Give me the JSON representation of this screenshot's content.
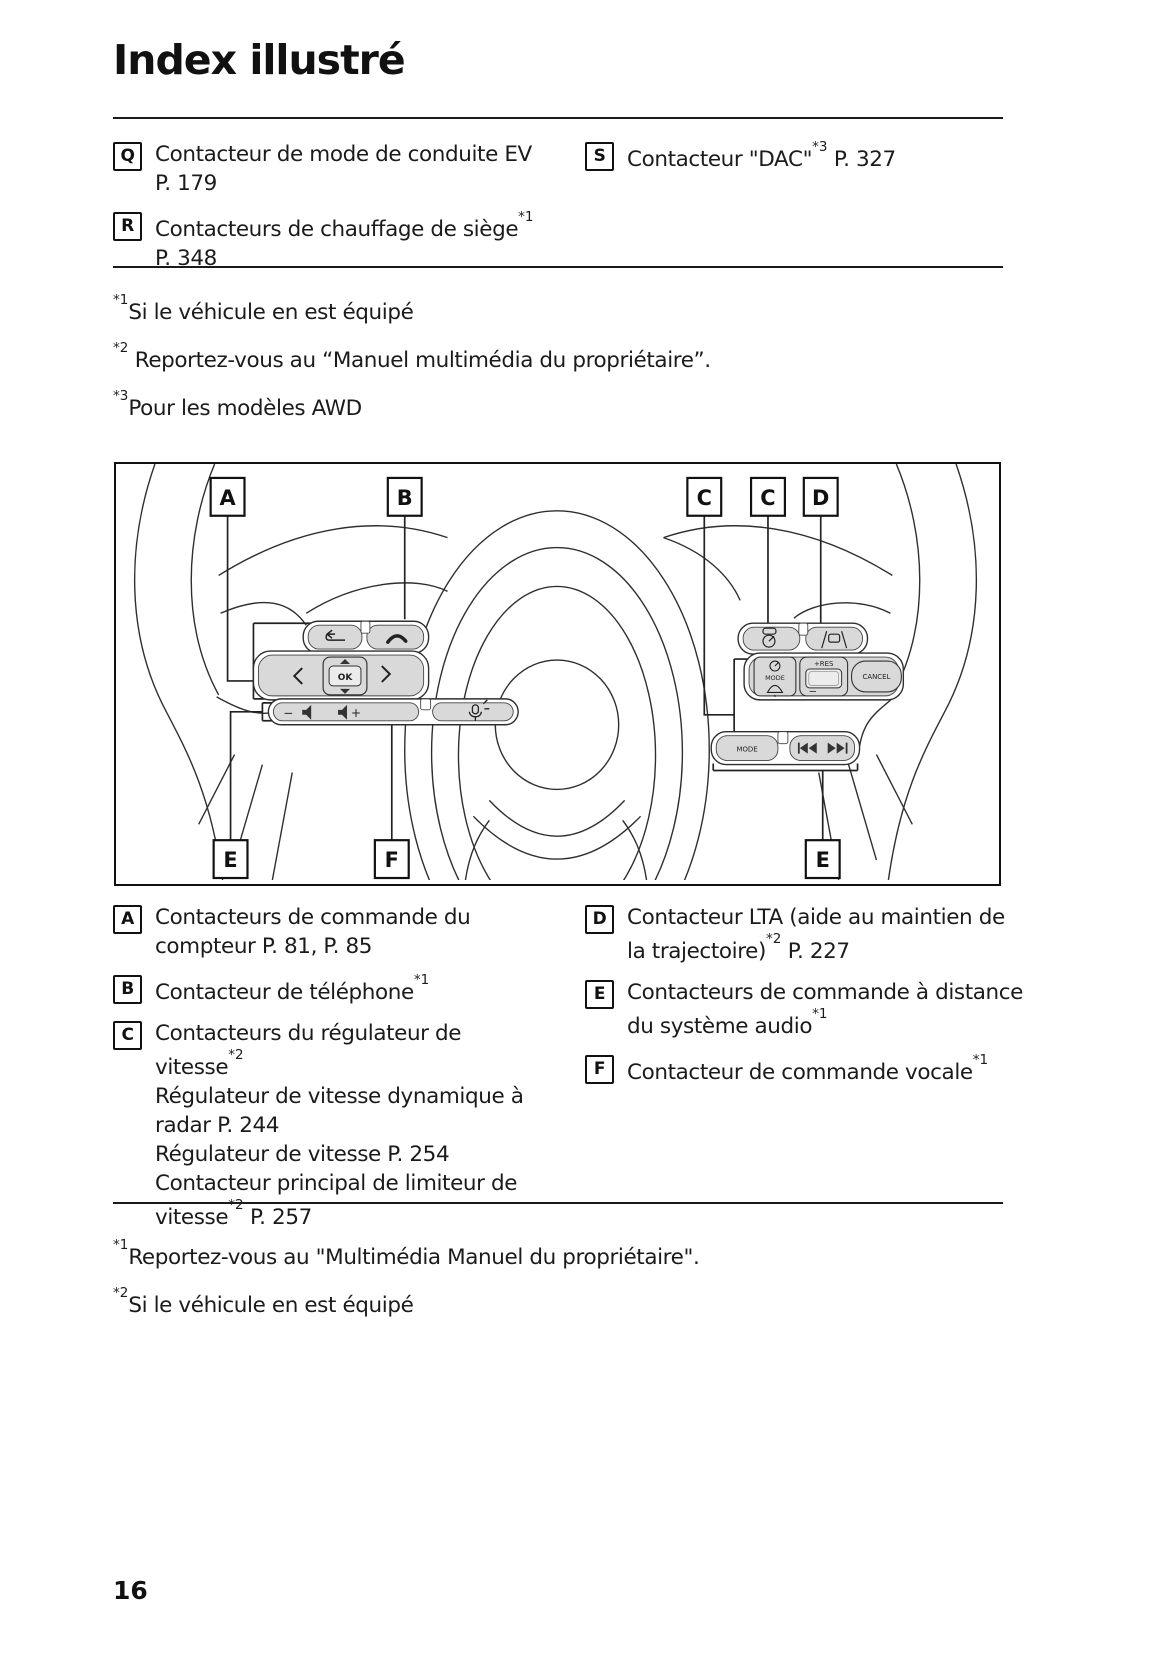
{
  "page": {
    "title": "Index illustré",
    "number": "16"
  },
  "legend_top": {
    "left": [
      {
        "key": "Q",
        "s1": "Contacteur de mode de conduite EV\nP. 179"
      },
      {
        "key": "R",
        "s1": "Contacteurs de chauffage de siège",
        "sup1": "*1",
        "s2": "\nP. 348"
      }
    ],
    "right": [
      {
        "key": "S",
        "s1": "Contacteur \"DAC\"",
        "sup1": "*3",
        "s2": " P. 327"
      }
    ]
  },
  "footnotes_top": [
    {
      "sup": "*1",
      "text": "Si le véhicule en est équipé"
    },
    {
      "sup": "*2",
      "text": " Reportez-vous au “Manuel multimédia du propriétaire”."
    },
    {
      "sup": "*3",
      "text": "Pour les modèles AWD"
    }
  ],
  "legend_bottom": {
    "left": [
      {
        "key": "A",
        "s1": "Contacteurs de commande du\ncompteur P. 81, P. 85"
      },
      {
        "key": "B",
        "s1": "Contacteur de téléphone",
        "sup1": "*1"
      },
      {
        "key": "C",
        "s1": "Contacteurs du régulateur de\nvitesse",
        "sup1": "*2",
        "s2": "\nRégulateur de vitesse dynamique à\nradar P. 244\nRégulateur de vitesse P. 254\nContacteur principal de limiteur de\nvitesse",
        "sup2": "*2",
        "s3": " P. 257"
      }
    ],
    "right": [
      {
        "key": "D",
        "s1": "Contacteur LTA (aide au maintien de\nla trajectoire)",
        "sup1": "*2",
        "s2": " P. 227"
      },
      {
        "key": "E",
        "s1": "Contacteurs de commande à distance\ndu système audio",
        "sup1": "*1"
      },
      {
        "key": "F",
        "s1": "Contacteur de commande vocale",
        "sup1": "*1"
      }
    ]
  },
  "footnotes_bottom": [
    {
      "sup": "*1",
      "text": "Reportez-vous au \"Multimédia Manuel du propriétaire\"."
    },
    {
      "sup": "*2",
      "text": "Si le véhicule en est équipé"
    }
  ],
  "diagram": {
    "labels": {
      "a": "A",
      "b": "B",
      "c1": "C",
      "c2": "C",
      "d": "D",
      "e1": "E",
      "f": "F",
      "e2": "E"
    },
    "buttons": {
      "ok": "OK",
      "mode": "MODE",
      "res": "+RES",
      "minus": "−",
      "cancel": "CANCEL",
      "media_mode": "MODE",
      "vol_minus": "−",
      "vol_plus": "+"
    }
  }
}
